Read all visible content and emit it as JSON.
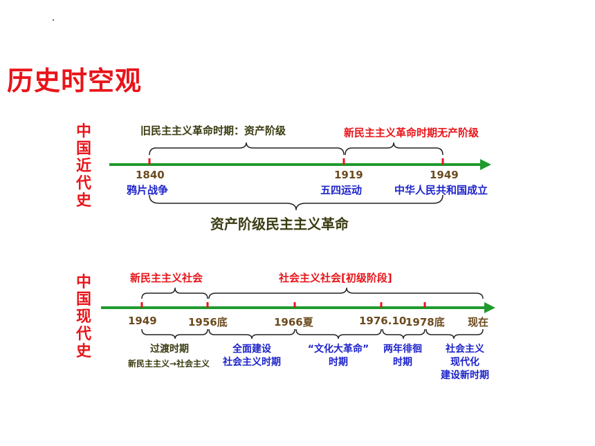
{
  "page_title": "历史时空观",
  "modern": {
    "side_label": "中国近代史",
    "top_left_period": "旧民主主义革命时期：资产阶级",
    "top_right_period": "新民主主义革命时期无产阶级",
    "years": [
      "1840",
      "1919",
      "1949"
    ],
    "events": [
      "鸦片战争",
      "五四运动",
      "中华人民共和国成立"
    ],
    "bottom_summary": "资产阶级民主主义革命"
  },
  "contemporary": {
    "side_label": "中国现代史",
    "top_left_society": "新民主主义社会",
    "top_right_society": "社会主义社会[初级阶段]",
    "years": [
      "1949",
      "1956底",
      "1966夏",
      "1976.10",
      "1978底",
      "现在"
    ],
    "periods": {
      "transition": "过渡时期",
      "transition_note": "新民主主义→社会主义",
      "construction_1": "全面建设",
      "construction_2": "社会主义时期",
      "cultural_1": "“文化大革命”",
      "cultural_2": "时期",
      "wandering_1": "两年徘徊",
      "wandering_2": "时期",
      "modern_1": "社会主义",
      "modern_2": "现代化",
      "modern_3": "建设新时期"
    }
  },
  "colors": {
    "title_red": "#e8141a",
    "arrow_green": "#1f9a2e",
    "tick_red": "#e8141a",
    "year_brown": "#6b4a1e",
    "event_blue": "#1d23c9",
    "text_olive": "#3b3b12"
  }
}
